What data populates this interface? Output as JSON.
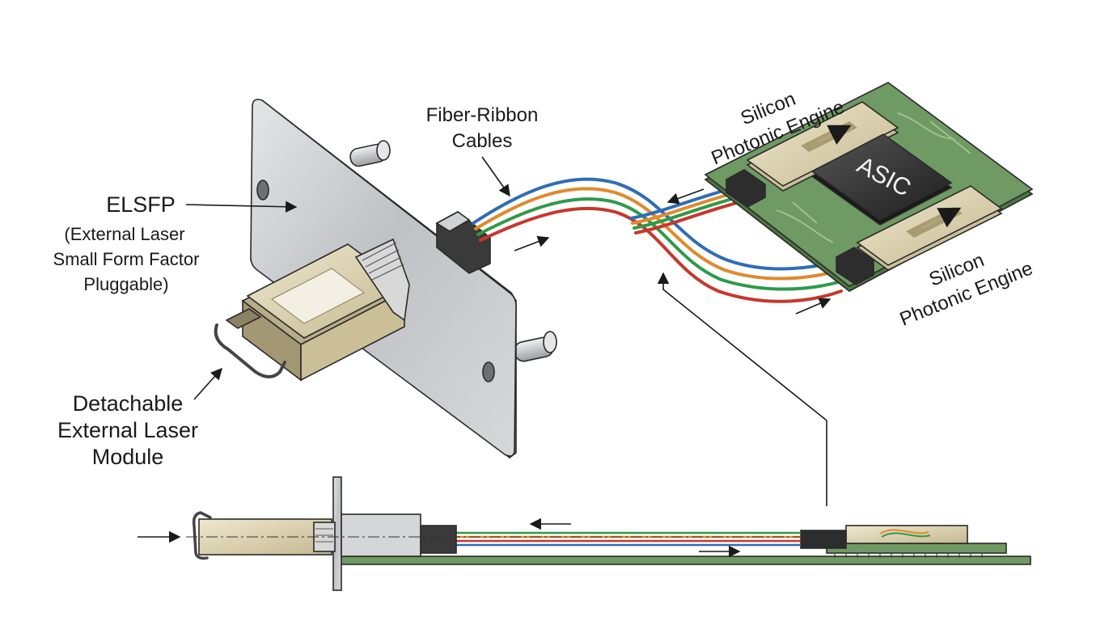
{
  "labels": {
    "elsfp": "ELSFP",
    "elsfp_line1": "(External Laser",
    "elsfp_line2": "Small Form Factor",
    "elsfp_line3": "Pluggable)",
    "fiber_line1": "Fiber-Ribbon",
    "fiber_line2": "Cables",
    "engine_top_line1": "Silicon",
    "engine_top_line2": "Photonic Engine",
    "engine_bottom_line1": "Silicon",
    "engine_bottom_line2": "Photonic Engine",
    "module_line1": "Detachable",
    "module_line2": "External Laser",
    "module_line3": "Module",
    "asic": "ASIC"
  },
  "colors": {
    "fiber_blue": "#2f6db5",
    "fiber_orange": "#e08a2c",
    "fiber_green": "#2e9a4a",
    "fiber_red": "#c8372d",
    "pcb_green": "#6f9a63",
    "pcb_edge": "#4d7544",
    "module_tan": "#d9cfae",
    "plate_gray": "#c9cbcd",
    "asic_dark": "#2b2b2b"
  }
}
